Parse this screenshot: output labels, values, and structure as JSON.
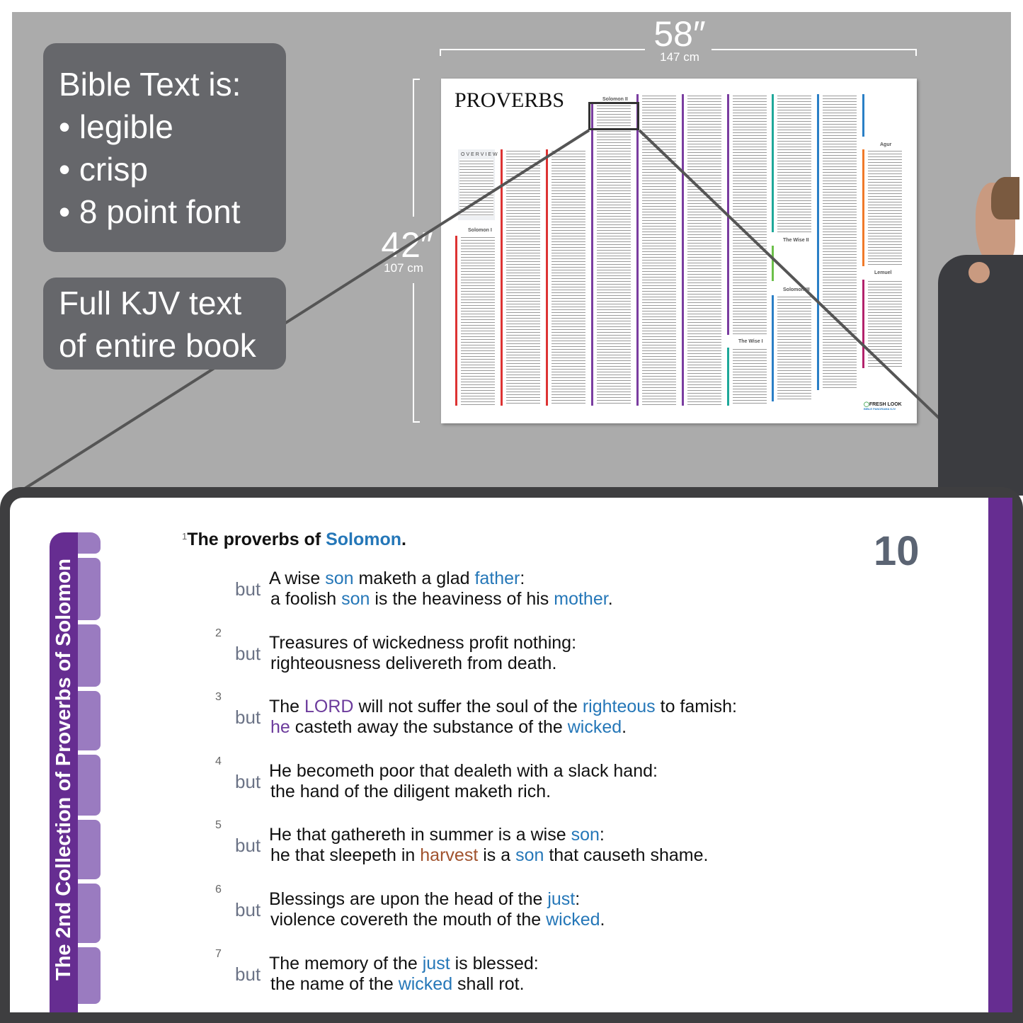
{
  "callouts": {
    "quality": {
      "title": "Bible Text is:",
      "items": [
        "legible",
        "crisp",
        "8 point font"
      ]
    },
    "full": {
      "line1": "Full KJV text",
      "line2": "of entire book"
    }
  },
  "dimensions": {
    "width_in": "58″",
    "width_cm": "147 cm",
    "height_in": "42″",
    "height_cm": "107 cm"
  },
  "poster": {
    "title": "PROVERBS",
    "overview": "OVERVIEW",
    "sections": [
      "Solomon I",
      "Solomon II",
      "Agur",
      "The Wise II",
      "Solomon III",
      "Lemuel",
      "The Wise I"
    ],
    "logo": "FRESH LOOK",
    "logo_sub": "BIBLE PANORAMA KJV"
  },
  "sidebar": {
    "title": "The 2nd Collection of Proverbs of Solomon"
  },
  "chapter": "10",
  "heading": {
    "num": "1",
    "pre": "The proverbs of ",
    "name": "Solomon",
    "post": "."
  },
  "but_label": "but",
  "verses": [
    {
      "num": "",
      "l1": [
        [
          "A wise ",
          ""
        ],
        [
          "son",
          "blue"
        ],
        [
          " maketh a glad ",
          ""
        ],
        [
          "father",
          "blue"
        ],
        [
          ":",
          ""
        ]
      ],
      "l2": [
        [
          "a foolish ",
          ""
        ],
        [
          "son",
          "blue"
        ],
        [
          " is the heaviness of his ",
          ""
        ],
        [
          "mother",
          "blue"
        ],
        [
          ".",
          ""
        ]
      ]
    },
    {
      "num": "2",
      "l1": [
        [
          "Treasures of wickedness profit nothing:",
          ""
        ]
      ],
      "l2": [
        [
          "righteousness delivereth from death.",
          ""
        ]
      ]
    },
    {
      "num": "3",
      "l1": [
        [
          "The ",
          ""
        ],
        [
          "LORD",
          "purple"
        ],
        [
          " will not suffer the soul of the ",
          ""
        ],
        [
          "righteous",
          "blue"
        ],
        [
          " to famish:",
          ""
        ]
      ],
      "l2": [
        [
          "he",
          "purple"
        ],
        [
          " casteth away the substance of the ",
          ""
        ],
        [
          "wicked",
          "blue"
        ],
        [
          ".",
          ""
        ]
      ]
    },
    {
      "num": "4",
      "l1": [
        [
          "He becometh poor that dealeth with a slack hand:",
          ""
        ]
      ],
      "l2": [
        [
          "the hand of the diligent maketh rich.",
          ""
        ]
      ]
    },
    {
      "num": "5",
      "l1": [
        [
          "He that gathereth in summer is a wise ",
          ""
        ],
        [
          "son",
          "blue"
        ],
        [
          ":",
          ""
        ]
      ],
      "l2": [
        [
          "he that sleepeth in ",
          ""
        ],
        [
          "harvest",
          "brown"
        ],
        [
          " is a ",
          ""
        ],
        [
          "son",
          "blue"
        ],
        [
          " that causeth shame.",
          ""
        ]
      ]
    },
    {
      "num": "6",
      "l1": [
        [
          "Blessings are upon the head of the ",
          ""
        ],
        [
          "just",
          "blue"
        ],
        [
          ":",
          ""
        ]
      ],
      "l2": [
        [
          "violence covereth the mouth of the ",
          ""
        ],
        [
          "wicked",
          "blue"
        ],
        [
          ".",
          ""
        ]
      ]
    },
    {
      "num": "7",
      "l1": [
        [
          "The memory of the ",
          ""
        ],
        [
          "just",
          "blue"
        ],
        [
          " is blessed:",
          ""
        ]
      ],
      "l2": [
        [
          "the name of the ",
          ""
        ],
        [
          "wicked",
          "blue"
        ],
        [
          " shall rot.",
          ""
        ]
      ]
    }
  ],
  "colors": {
    "purple": "#662d91",
    "blue": "#2577b8",
    "brown": "#a0522d",
    "callout": "#66676b",
    "wall": "#ababab"
  }
}
